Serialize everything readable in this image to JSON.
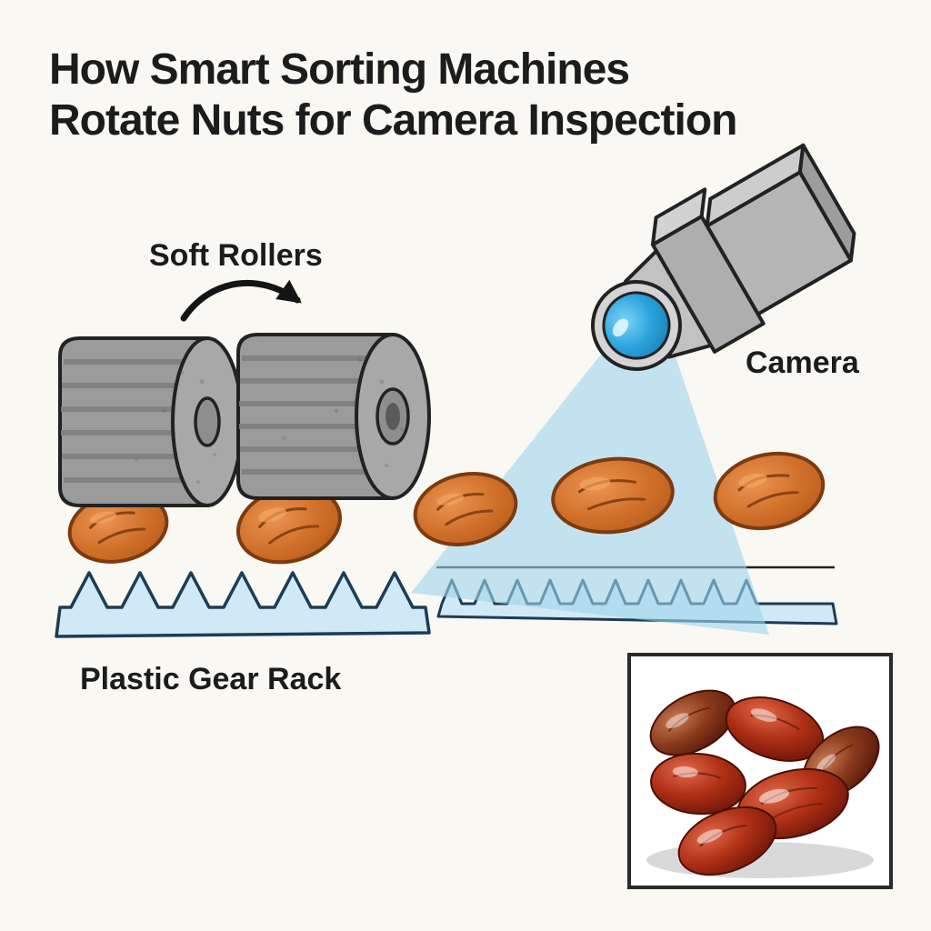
{
  "title": {
    "line1": "How Smart Sorting Machines",
    "line2": "Rotate Nuts for Camera Inspection"
  },
  "labels": {
    "soft_rollers": "Soft Rollers",
    "camera": "Camera",
    "gear_rack": "Plastic Gear Rack"
  },
  "icons": {
    "rotation_arrow": "curved-clockwise-arrow",
    "camera_device": "inspection-camera",
    "light_beam": "camera-view-cone",
    "rollers": "two-textured-soft-rollers",
    "nuts": "five-nuts-on-rack",
    "photo_inset": "dates-photo"
  },
  "colors": {
    "background": "#faf8f2",
    "text": "#1c1c1c",
    "outline": "#222222",
    "roller_body": "#9b9b9b",
    "roller_face": "#a8a8a8",
    "roller_stripe": "#7f7f7f",
    "nut_fill": "#d0702a",
    "nut_outline": "#7c3a10",
    "beam": "#9fd3ec",
    "rack_fill": "#cfeaf6",
    "rack_outline": "#1d3c55",
    "lens_blue": "#2fa8e1",
    "camera_gray": "#b5b5b5",
    "inset_border": "#2a2a2a",
    "date_red": "#a02a12"
  }
}
